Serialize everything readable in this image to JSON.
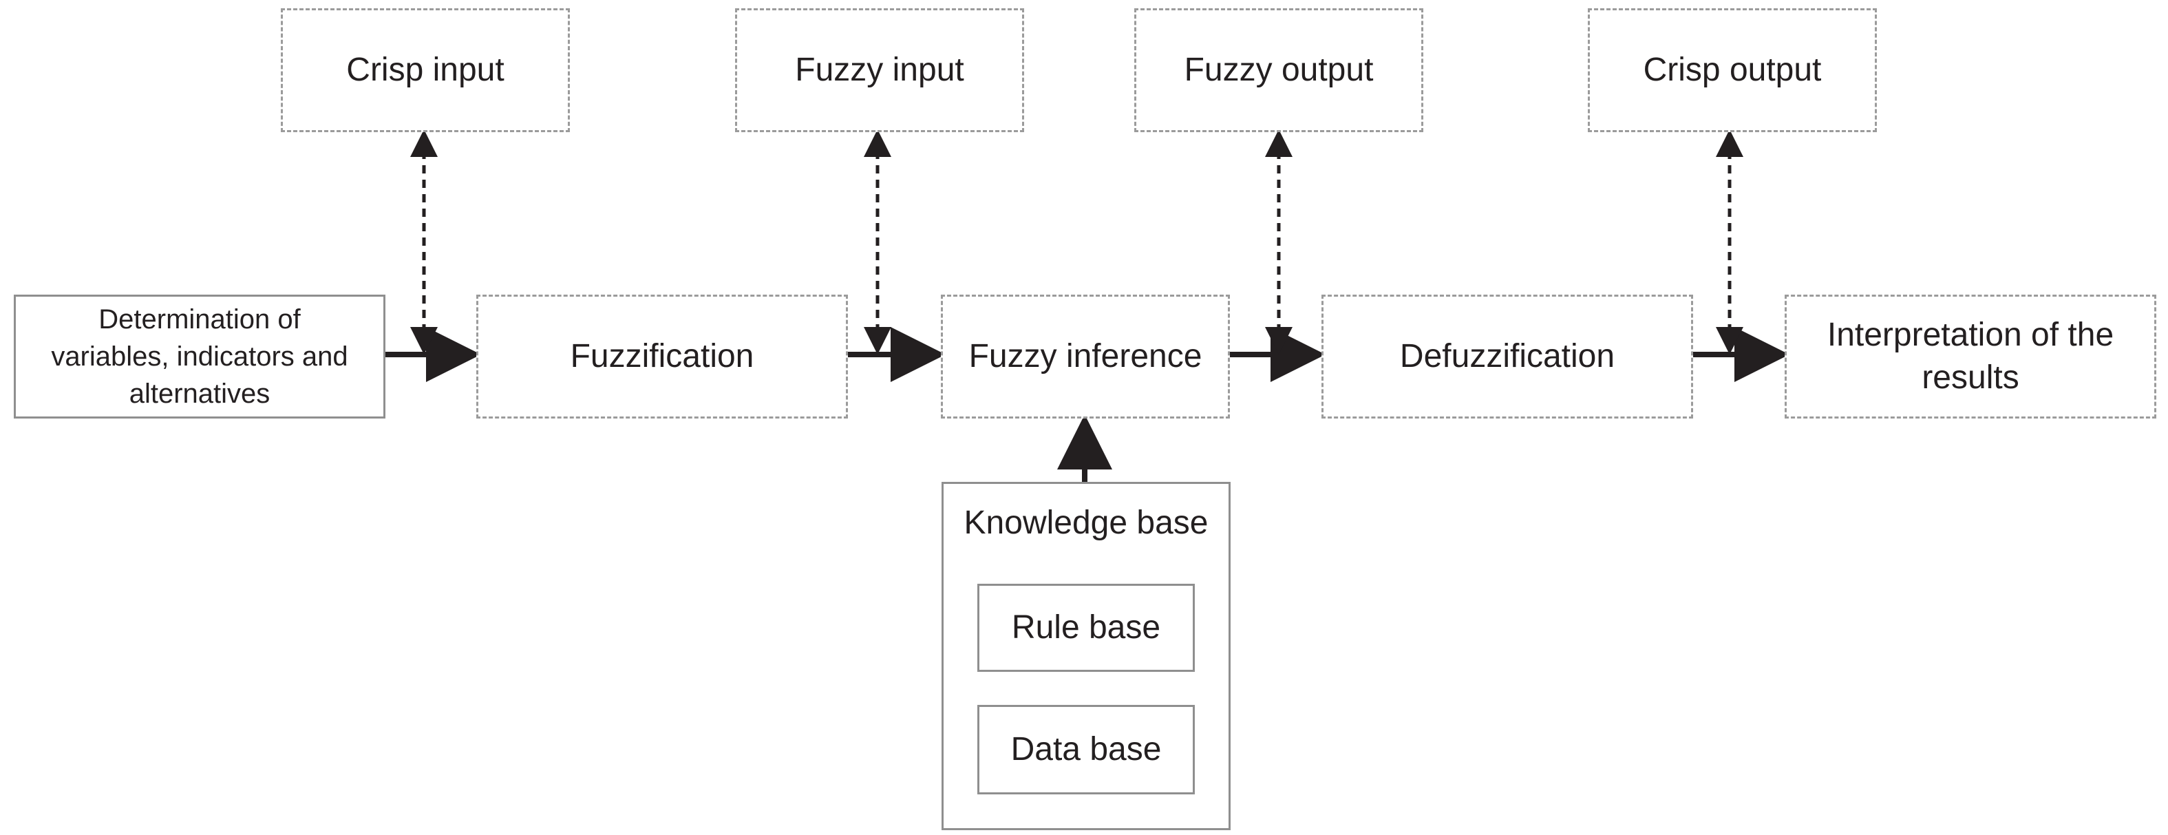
{
  "diagram": {
    "nodes": {
      "crisp_input": "Crisp input",
      "fuzzy_input": "Fuzzy input",
      "fuzzy_output": "Fuzzy output",
      "crisp_output": "Crisp output",
      "determination": "Determination of\nvariables, indicators and\nalternatives",
      "fuzzification": "Fuzzification",
      "fuzzy_inference": "Fuzzy inference",
      "defuzzification": "Defuzzification",
      "interpretation": "Interpretation of the\nresults",
      "knowledge_base": "Knowledge base",
      "rule_base": "Rule base",
      "data_base": "Data base"
    },
    "colors": {
      "arrow": "#231f20",
      "border": "#9b9b9b",
      "text": "#231f20"
    }
  }
}
